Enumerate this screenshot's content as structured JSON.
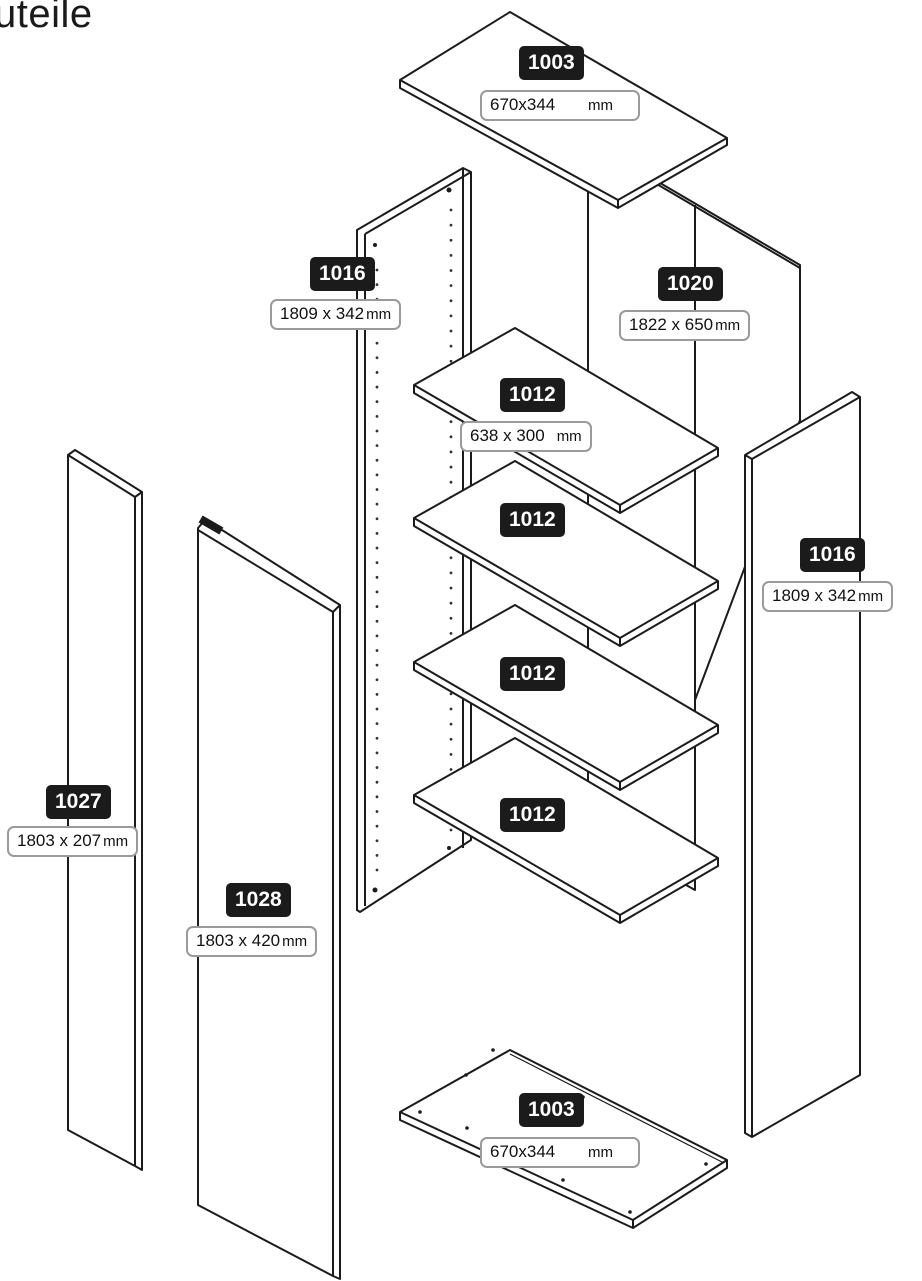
{
  "page": {
    "heading": "uteile"
  },
  "parts": [
    {
      "id": "top-panel",
      "code": "1003",
      "size": "670x344",
      "unit": "mm"
    },
    {
      "id": "side-panel-left",
      "code": "1016",
      "size": "1809 x 342",
      "unit": "mm"
    },
    {
      "id": "back-panel",
      "code": "1020",
      "size": "1822 x 650",
      "unit": "mm"
    },
    {
      "id": "shelf-1",
      "code": "1012",
      "size": "638 x 300",
      "unit": "mm"
    },
    {
      "id": "shelf-2",
      "code": "1012"
    },
    {
      "id": "shelf-3",
      "code": "1012"
    },
    {
      "id": "shelf-4",
      "code": "1012"
    },
    {
      "id": "side-panel-right",
      "code": "1016",
      "size": "1809 x 342",
      "unit": "mm"
    },
    {
      "id": "door-narrow",
      "code": "1027",
      "size": "1803 x 207",
      "unit": "mm"
    },
    {
      "id": "door-wide",
      "code": "1028",
      "size": "1803 x 420",
      "unit": "mm"
    },
    {
      "id": "bottom-panel",
      "code": "1003",
      "size": "670x344",
      "unit": "mm"
    }
  ],
  "style": {
    "line_color": "#1b1b1b",
    "badge_color": "#1b1b1b",
    "dim_border_color": "#9a9a9a"
  }
}
